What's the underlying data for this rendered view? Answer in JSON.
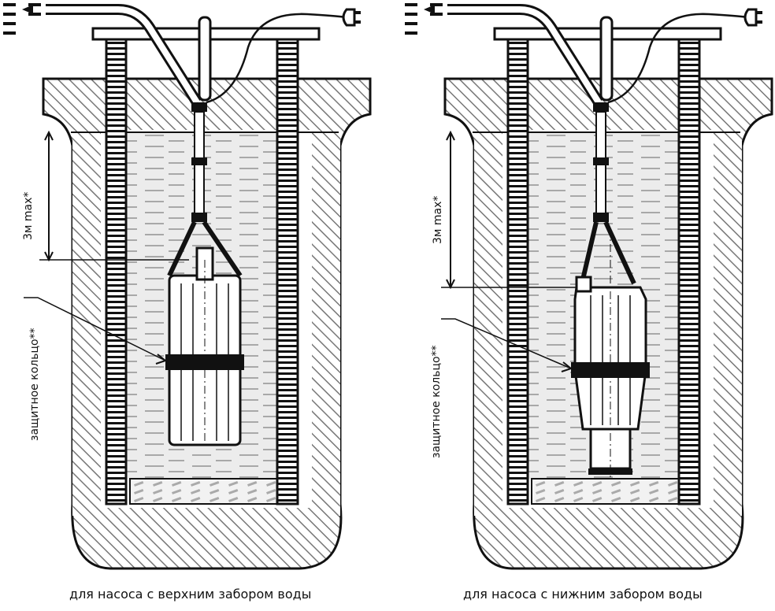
{
  "panels": [
    {
      "depth_label": "3м max*",
      "ring_label": "защитное кольцо**",
      "caption": "для насоса с верхним забором воды",
      "pump_type": "top-intake"
    },
    {
      "depth_label": "3м max*",
      "ring_label": "защитное кольцо**",
      "caption": "для насоса с нижним забором воды",
      "pump_type": "bottom-intake"
    }
  ],
  "colors": {
    "line": "#111111",
    "water": "#e6e6e6",
    "water_dash": "#a8a8a8",
    "hatch": "#777777"
  }
}
